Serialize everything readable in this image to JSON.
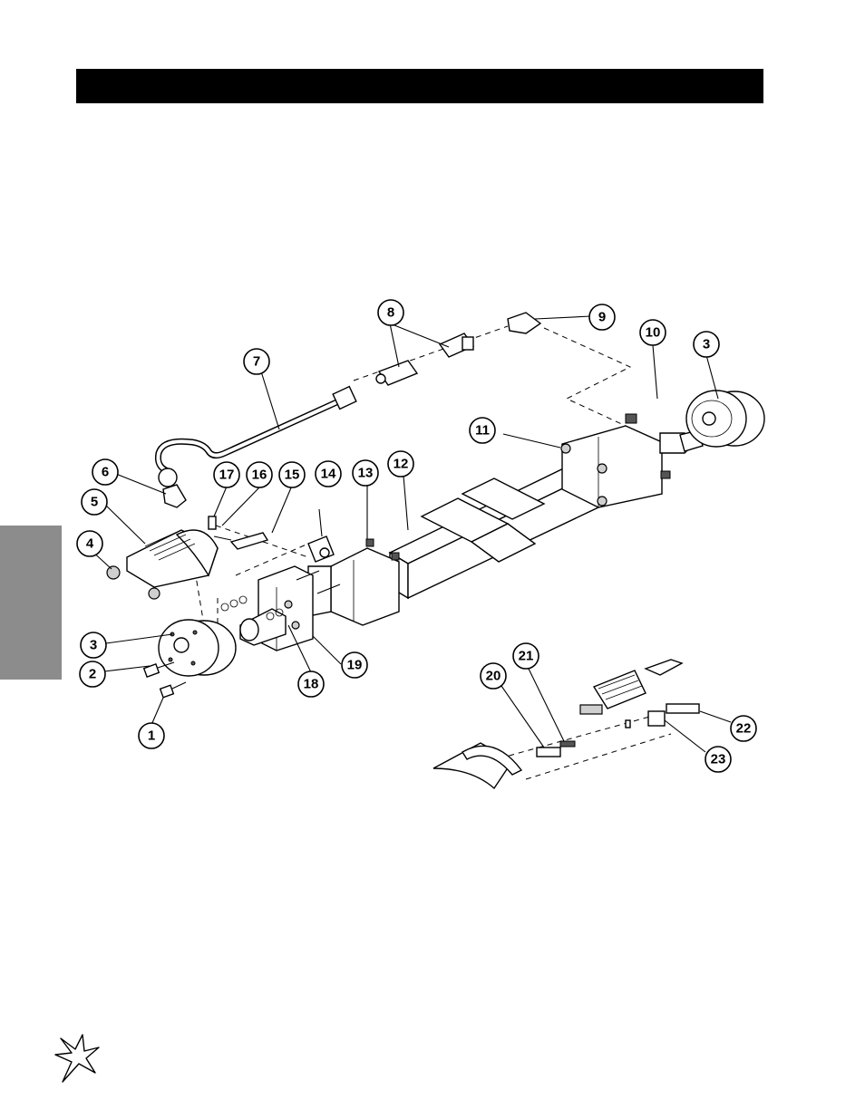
{
  "callouts": [
    {
      "label": "1"
    },
    {
      "label": "2"
    },
    {
      "label": "3"
    },
    {
      "label": "3"
    },
    {
      "label": "4"
    },
    {
      "label": "5"
    },
    {
      "label": "6"
    },
    {
      "label": "7"
    },
    {
      "label": "8"
    },
    {
      "label": "9"
    },
    {
      "label": "10"
    },
    {
      "label": "11"
    },
    {
      "label": "12"
    },
    {
      "label": "13"
    },
    {
      "label": "14"
    },
    {
      "label": "15"
    },
    {
      "label": "16"
    },
    {
      "label": "17"
    },
    {
      "label": "18"
    },
    {
      "label": "19"
    },
    {
      "label": "20"
    },
    {
      "label": "21"
    },
    {
      "label": "22"
    },
    {
      "label": "23"
    }
  ],
  "colors": {
    "header_bar": "#000000",
    "side_tab": "#8c8c8c",
    "line": "#000000"
  },
  "icons": {
    "logo": "star-burst-logo-icon"
  }
}
